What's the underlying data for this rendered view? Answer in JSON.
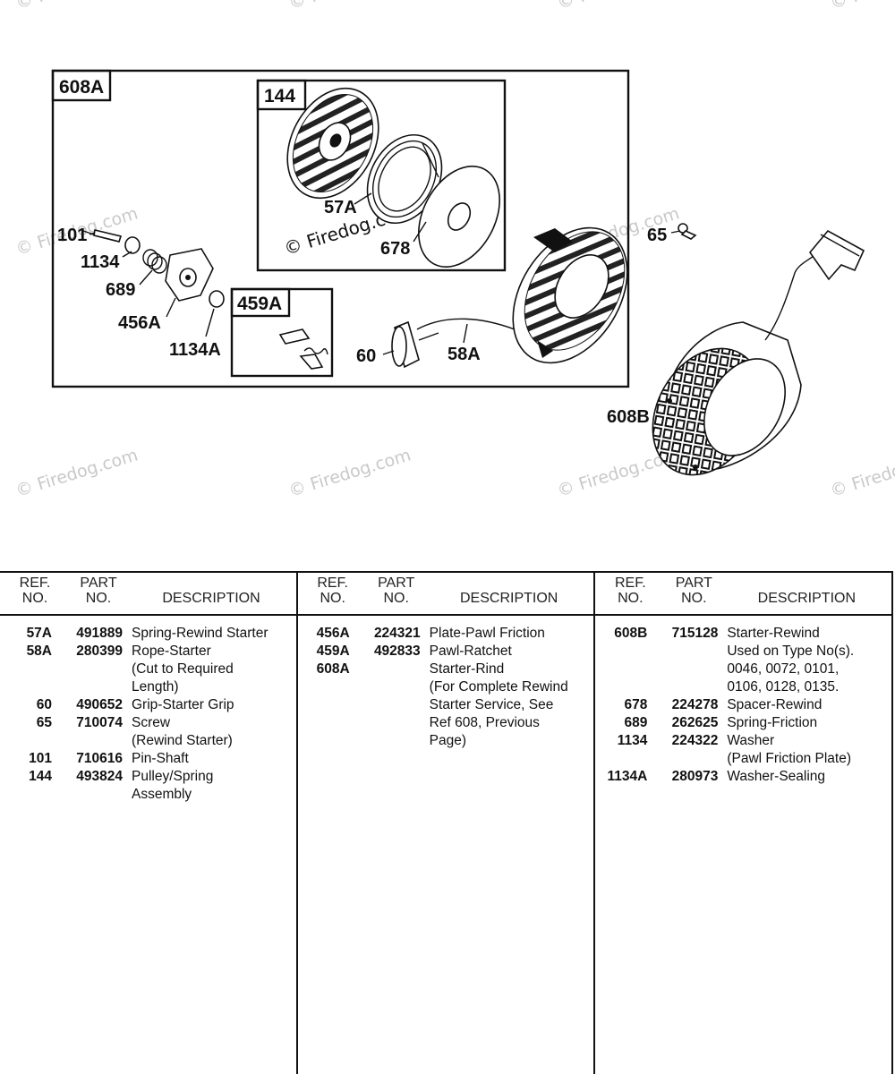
{
  "watermark": {
    "site": "Firedog.com",
    "copyright_symbol": "©"
  },
  "diagram": {
    "assembly_box_label": "608A",
    "pulley_box_label": "144",
    "pawl_box_label": "459A",
    "callouts": {
      "c57A": "57A",
      "c678": "678",
      "c101": "101",
      "c1134": "1134",
      "c689": "689",
      "c456A": "456A",
      "c1134A": "1134A",
      "c65": "65",
      "c60": "60",
      "c58A": "58A",
      "c608B": "608B"
    }
  },
  "table": {
    "headers": {
      "ref_line1": "REF.",
      "ref_line2": "NO.",
      "part_line1": "PART",
      "part_line2": "NO.",
      "description": "DESCRIPTION"
    },
    "columns": [
      [
        {
          "ref": "57A",
          "part": "491889",
          "desc": [
            "Spring-Rewind Starter"
          ]
        },
        {
          "ref": "58A",
          "part": "280399",
          "desc": [
            "Rope-Starter",
            "(Cut to Required",
            "Length)"
          ]
        },
        {
          "ref": "60",
          "part": "490652",
          "desc": [
            "Grip-Starter Grip"
          ]
        },
        {
          "ref": "65",
          "part": "710074",
          "desc": [
            "Screw",
            "(Rewind Starter)"
          ]
        },
        {
          "ref": "101",
          "part": "710616",
          "desc": [
            "Pin-Shaft"
          ]
        },
        {
          "ref": "144",
          "part": "493824",
          "desc": [
            "Pulley/Spring",
            "Assembly"
          ]
        }
      ],
      [
        {
          "ref": "456A",
          "part": "224321",
          "desc": [
            "Plate-Pawl Friction"
          ]
        },
        {
          "ref": "459A",
          "part": "492833",
          "desc": [
            "Pawl-Ratchet"
          ]
        },
        {
          "ref": "608A",
          "part": "",
          "desc": [
            "Starter-Rind",
            "(For Complete Rewind",
            "Starter Service, See",
            "Ref 608, Previous",
            "Page)"
          ]
        }
      ],
      [
        {
          "ref": "608B",
          "part": "715128",
          "desc": [
            "Starter-Rewind",
            "Used on Type No(s).",
            "0046, 0072, 0101,",
            "0106, 0128, 0135."
          ]
        },
        {
          "ref": "678",
          "part": "224278",
          "desc": [
            "Spacer-Rewind"
          ]
        },
        {
          "ref": "689",
          "part": "262625",
          "desc": [
            "Spring-Friction"
          ]
        },
        {
          "ref": "1134",
          "part": "224322",
          "desc": [
            "Washer",
            "(Pawl Friction Plate)"
          ]
        },
        {
          "ref": "1134A",
          "part": "280973",
          "desc": [
            "Washer-Sealing"
          ]
        }
      ]
    ]
  }
}
